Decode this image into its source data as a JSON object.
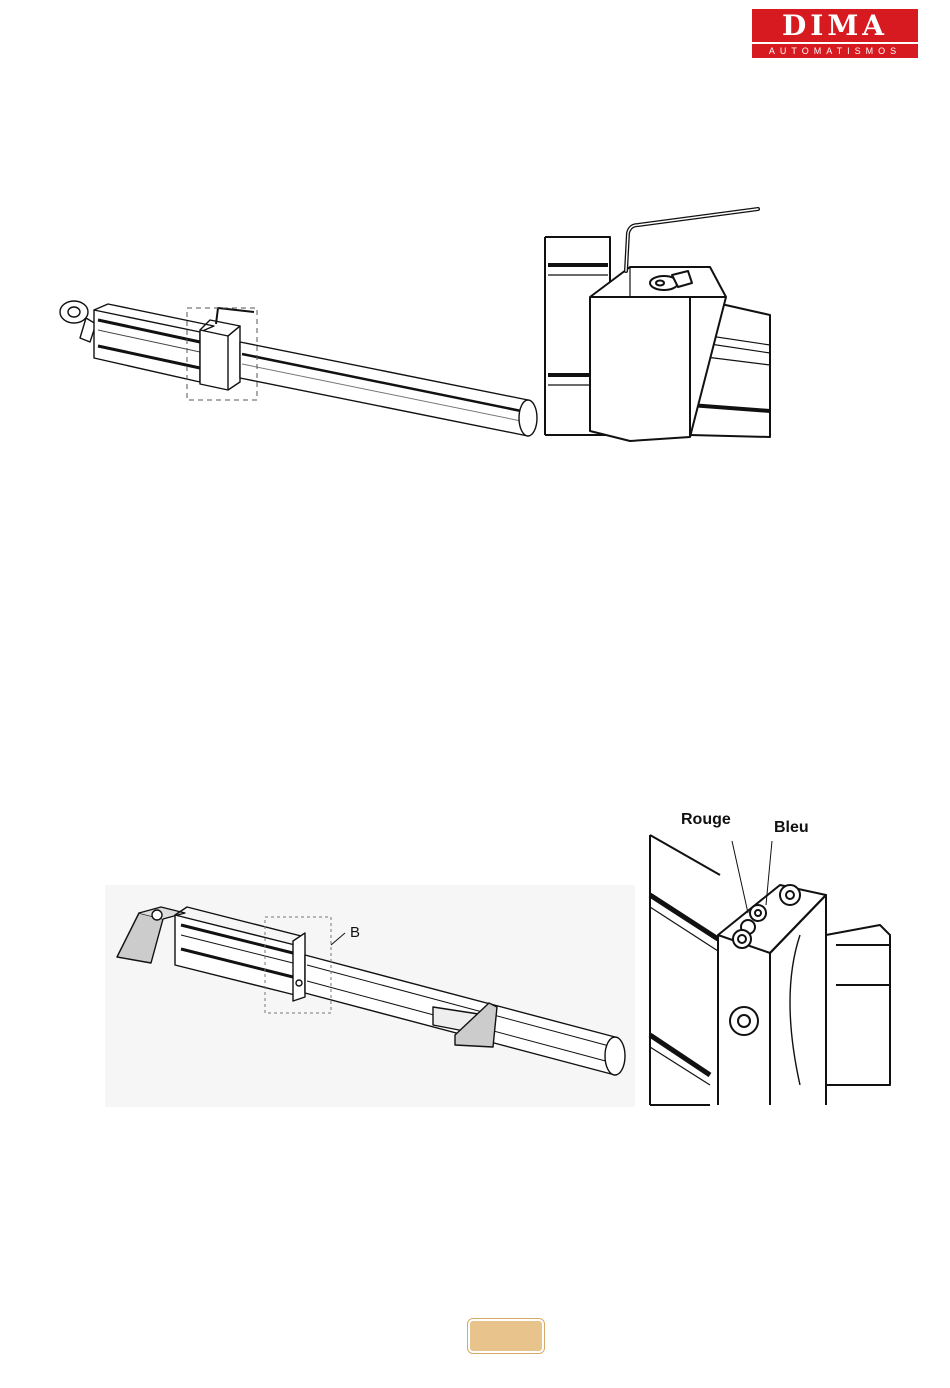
{
  "logo": {
    "word": "DIMA",
    "subtitle": "AUTOMATISMOS",
    "color": "#d71920"
  },
  "figure_bottom_detail": {
    "label_red": "Rouge",
    "label_blue": "Bleu"
  },
  "figure_bottom_overview": {
    "callout": "B"
  },
  "page_tab": {
    "color": "#e9c38c"
  }
}
